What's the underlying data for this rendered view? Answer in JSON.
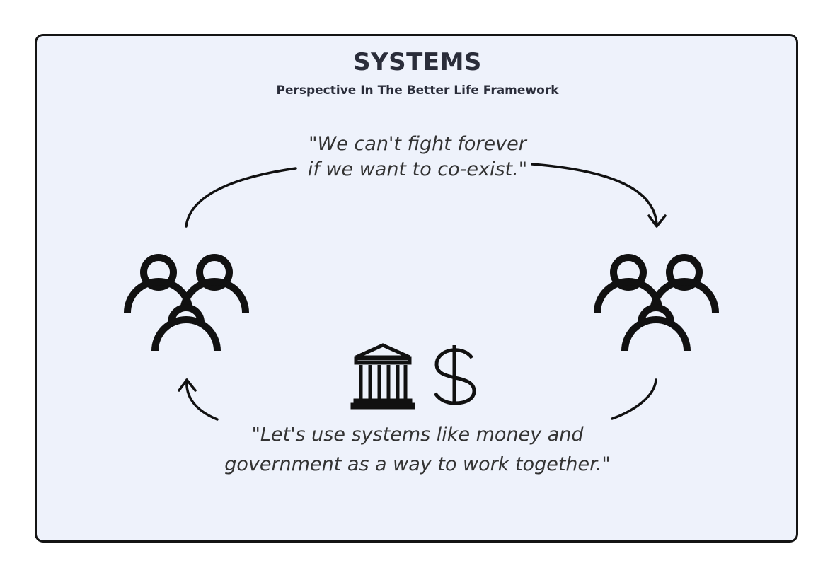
{
  "header": {
    "title": "SYSTEMS",
    "subtitle": "Perspective In The Better Life Framework"
  },
  "quotes": {
    "top": {
      "line1": "\"We can't fight forever",
      "line2": "if we want to co-exist.\""
    },
    "bottom": {
      "line1": "\"Let's use systems like money and",
      "line2": "government as a way to work together.\""
    }
  },
  "icons": {
    "left_group": "people-group-icon",
    "right_group": "people-group-icon",
    "institution": "bank-building-icon",
    "currency": "dollar-sign-icon"
  },
  "colors": {
    "background": "#eef2fb",
    "stroke": "#111111",
    "text": "#2a2d3a"
  }
}
